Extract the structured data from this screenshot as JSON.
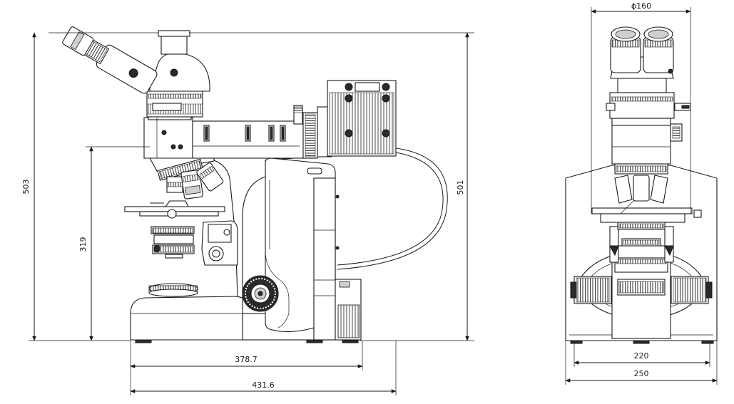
{
  "side_view": {
    "dim_total_height": "503",
    "dim_stage_height": "319",
    "dim_lamp_height": "501",
    "dim_depth_inner": "378.7",
    "dim_depth_total": "431.6"
  },
  "front_view": {
    "dim_eyepiece_width": "ϕ160",
    "dim_base_inner": "220",
    "dim_base_total": "250"
  }
}
